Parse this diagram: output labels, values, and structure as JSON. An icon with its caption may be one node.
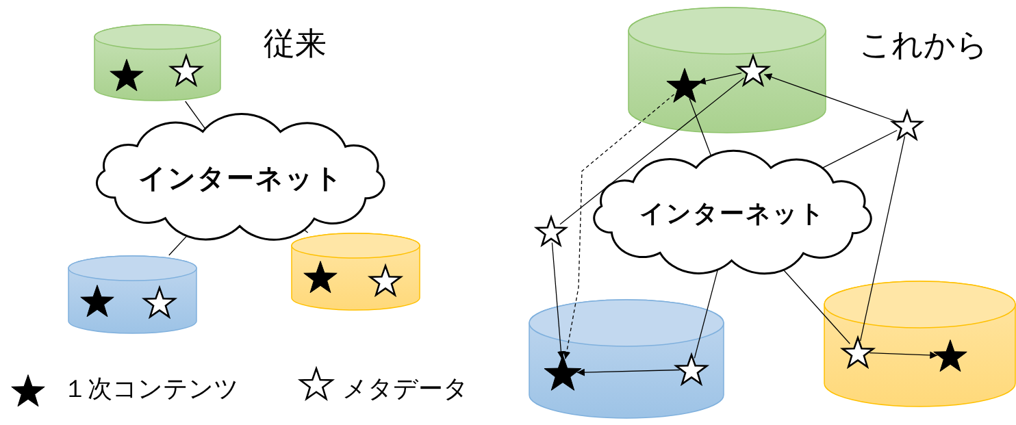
{
  "diagram": {
    "nodes": [
      {
        "text": [],
        "shape": "cylinder"
      },
      {
        "text": [],
        "shape": "star",
        "in": 0
      },
      {
        "text": [],
        "shape": "star",
        "in": 0
      },
      {
        "text": [
          "インターネット"
        ]
      },
      {
        "text": [],
        "shape": "cylinder"
      },
      {
        "text": [],
        "shape": "star",
        "in": 4
      },
      {
        "text": [],
        "shape": "star",
        "in": 4
      },
      {
        "text": [],
        "shape": "cylinder"
      },
      {
        "text": [],
        "shape": "star",
        "in": 7
      },
      {
        "text": [],
        "shape": "star",
        "in": 7
      },
      {
        "text": [],
        "shape": "cylinder"
      },
      {
        "text": [],
        "shape": "star",
        "in": 10
      },
      {
        "text": [],
        "shape": "star",
        "in": 10
      },
      {
        "text": [
          "インターネット"
        ]
      },
      {
        "text": [],
        "shape": "star"
      },
      {
        "text": [],
        "shape": "star"
      },
      {
        "text": [],
        "shape": "cylinder"
      },
      {
        "text": [],
        "shape": "star",
        "in": 16
      },
      {
        "text": [],
        "shape": "star",
        "in": 16
      },
      {
        "text": [],
        "shape": "cylinder"
      },
      {
        "text": [],
        "shape": "star",
        "in": 19
      },
      {
        "text": [],
        "shape": "star",
        "in": 19
      }
    ],
    "edges": [
      {
        "from": 0,
        "to": 3,
        "arrow": "none"
      },
      {
        "from": 3,
        "to": 4,
        "arrow": "none"
      },
      {
        "from": 3,
        "to": 7,
        "arrow": "none"
      },
      {
        "from": 12,
        "to": 11,
        "arrow": "to"
      },
      {
        "from": 15,
        "to": 12,
        "arrow": "to"
      },
      {
        "from": 13,
        "to": 15,
        "arrow": "none"
      },
      {
        "from": 15,
        "to": 20,
        "arrow": "none"
      },
      {
        "from": 11,
        "to": 13,
        "arrow": "none"
      },
      {
        "from": 11,
        "to": 17,
        "arrow": "to",
        "style": "dashed"
      },
      {
        "from": 12,
        "to": 14,
        "arrow": "none"
      },
      {
        "from": 14,
        "to": 17,
        "arrow": "to"
      },
      {
        "from": 18,
        "to": 17,
        "arrow": "to"
      },
      {
        "from": 13,
        "to": 18,
        "arrow": "none"
      },
      {
        "from": 13,
        "to": 20,
        "arrow": "none"
      },
      {
        "from": 20,
        "to": 21,
        "arrow": "to"
      }
    ],
    "labels": [
      "従来",
      "これから"
    ],
    "legend": [
      {
        "text": "１次コンテンツ"
      },
      {
        "text": "メタデータ"
      }
    ]
  }
}
